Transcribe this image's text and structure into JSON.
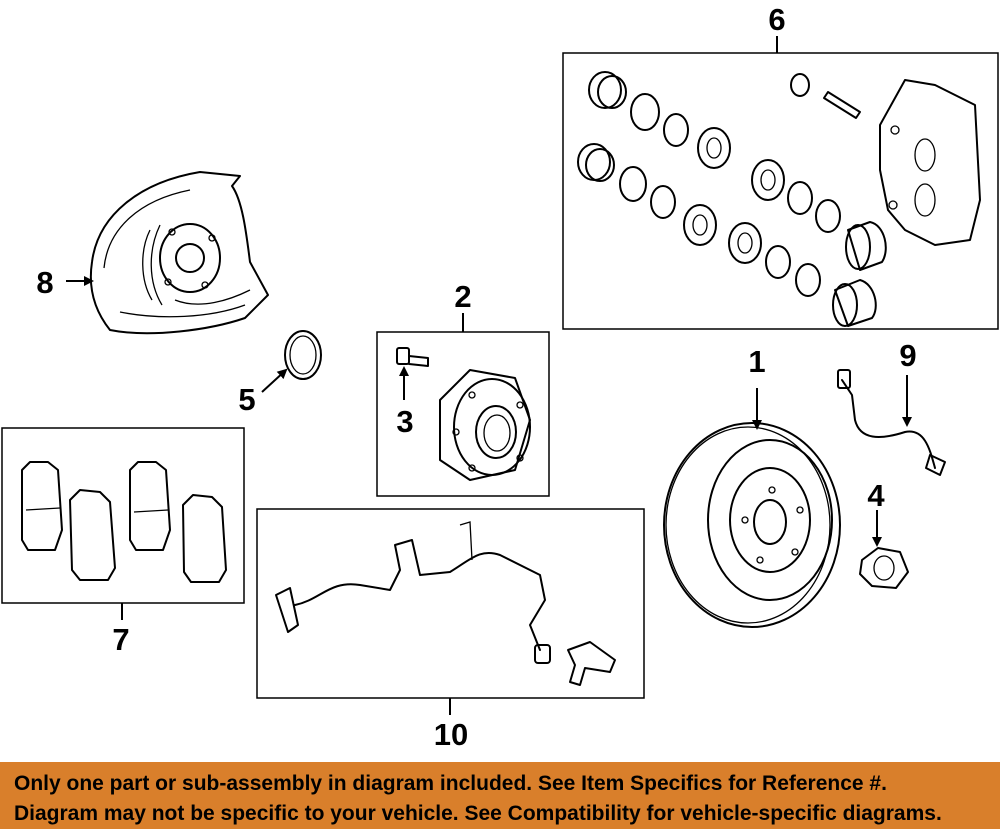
{
  "callouts": [
    {
      "id": "1",
      "label": "1",
      "part": "brake-rotor"
    },
    {
      "id": "2",
      "label": "2",
      "part": "wheel-hub-assembly"
    },
    {
      "id": "3",
      "label": "3",
      "part": "hub-bolt"
    },
    {
      "id": "4",
      "label": "4",
      "part": "hub-nut"
    },
    {
      "id": "5",
      "label": "5",
      "part": "snap-ring"
    },
    {
      "id": "6",
      "label": "6",
      "part": "caliper-assembly-kit"
    },
    {
      "id": "7",
      "label": "7",
      "part": "brake-pads"
    },
    {
      "id": "8",
      "label": "8",
      "part": "dust-shield"
    },
    {
      "id": "9",
      "label": "9",
      "part": "brake-hose"
    },
    {
      "id": "10",
      "label": "10",
      "part": "abs-sensor-wire"
    }
  ],
  "notice": {
    "line1": "Only one part or sub-assembly in diagram included. See Item Specifics for Reference #.",
    "line2": "Diagram may not be specific to your vehicle. See Compatibility for vehicle-specific diagrams.",
    "background": "#d97f2b"
  }
}
